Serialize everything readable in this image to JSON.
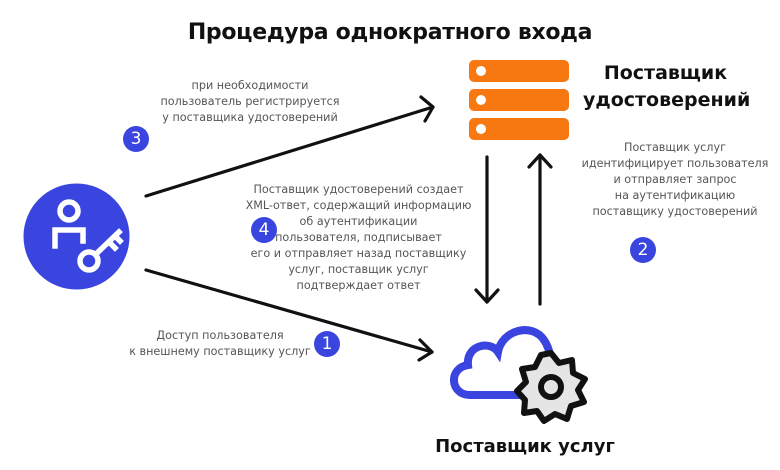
{
  "title": "Процедура однократного входа",
  "identity_provider": {
    "label": "Поставщик\nудостоверений",
    "icon": "server-stack-icon",
    "color": "#f77811"
  },
  "service_provider": {
    "label": "Поставщик услуг",
    "icon": "cloud-gear-icon",
    "cloud_color": "#3a45e0"
  },
  "user": {
    "icon": "user-key-icon",
    "color": "#3a45e0"
  },
  "steps": [
    {
      "number": "1",
      "text": "Доступ пользователя\nк внешнему поставщику услуг"
    },
    {
      "number": "2",
      "text": "Поставщик услуг\nидентифицирует пользователя\nи отправляет запрос\nна аутентификацию\nпоставщику удостоверений"
    },
    {
      "number": "3",
      "text": "при необходимости\nпользователь регистрируется\nу поставщика удостоверений"
    },
    {
      "number": "4",
      "text": "Поставщик удостоверений создает\nXML-ответ, содержащий информацию\nоб аутентификации\nпользователя, подписывает\nего и отправляет назад поставщику\nуслуг, поставщик услуг\nподтверждает ответ"
    }
  ],
  "colors": {
    "badge": "#3a45e0",
    "arrow": "#111111",
    "note_text": "#555555"
  }
}
